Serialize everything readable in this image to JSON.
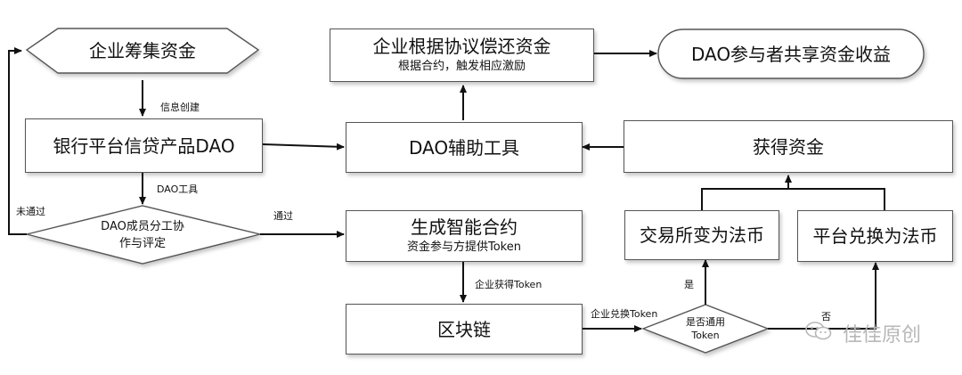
{
  "nodes": {
    "raise_funds": "企业筹集资金",
    "bank_dao": "银行平台信贷产品DAO",
    "review_line1": "DAO成员分工协",
    "review_line2": "作与评定",
    "repay_title": "企业根据协议偿还资金",
    "repay_sub": "根据合约，触发相应激励",
    "share_returns": "DAO参与者共享资金收益",
    "dao_tool": "DAO辅助工具",
    "get_funds": "获得资金",
    "contract_title": "生成智能合约",
    "contract_sub": "资金参与方提供Token",
    "exchange_fiat": "交易所变为法币",
    "platform_fiat": "平台兑换为法币",
    "blockchain": "区块链",
    "token_check_line1": "是否通用",
    "token_check_line2": "Token"
  },
  "edge_labels": {
    "info_create": "信息创建",
    "dao_tool": "DAO工具",
    "not_passed": "未通过",
    "passed": "通过",
    "get_token": "企业获得Token",
    "exchange_token": "企业兑换Token",
    "yes": "是",
    "no": "否"
  },
  "watermark": "佳佳原创"
}
